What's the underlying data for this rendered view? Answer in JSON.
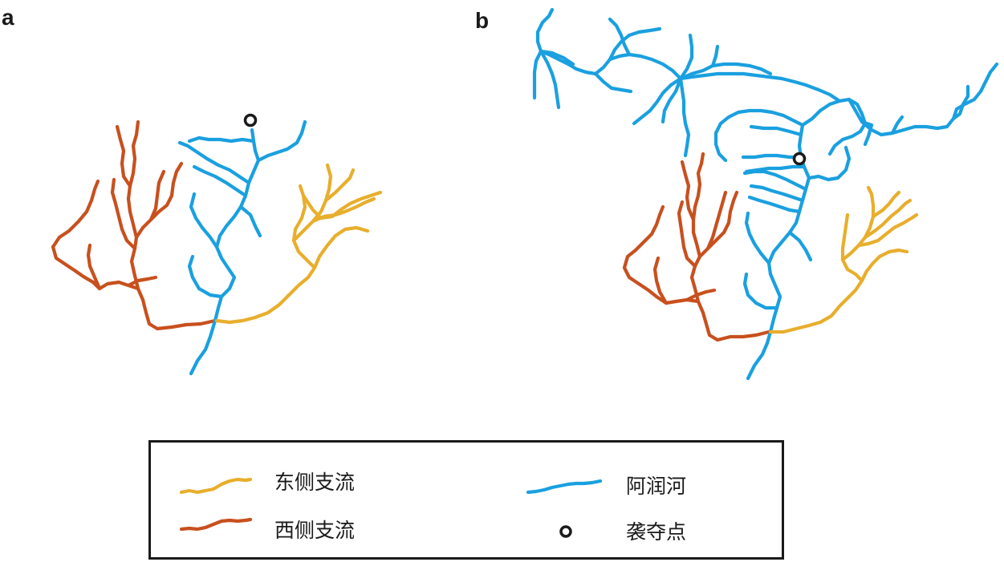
{
  "panels": {
    "a": {
      "label": "a"
    },
    "b": {
      "label": "b"
    }
  },
  "colors": {
    "east_tributary": "#E8AE2C",
    "west_tributary": "#C8501E",
    "main_river": "#1AA0E0",
    "capture_point": "#1a1a1a"
  },
  "legend": {
    "east_tributary": "东侧支流",
    "west_tributary": "西侧支流",
    "main_river": "阿润河",
    "capture_point": "袭夺点"
  }
}
